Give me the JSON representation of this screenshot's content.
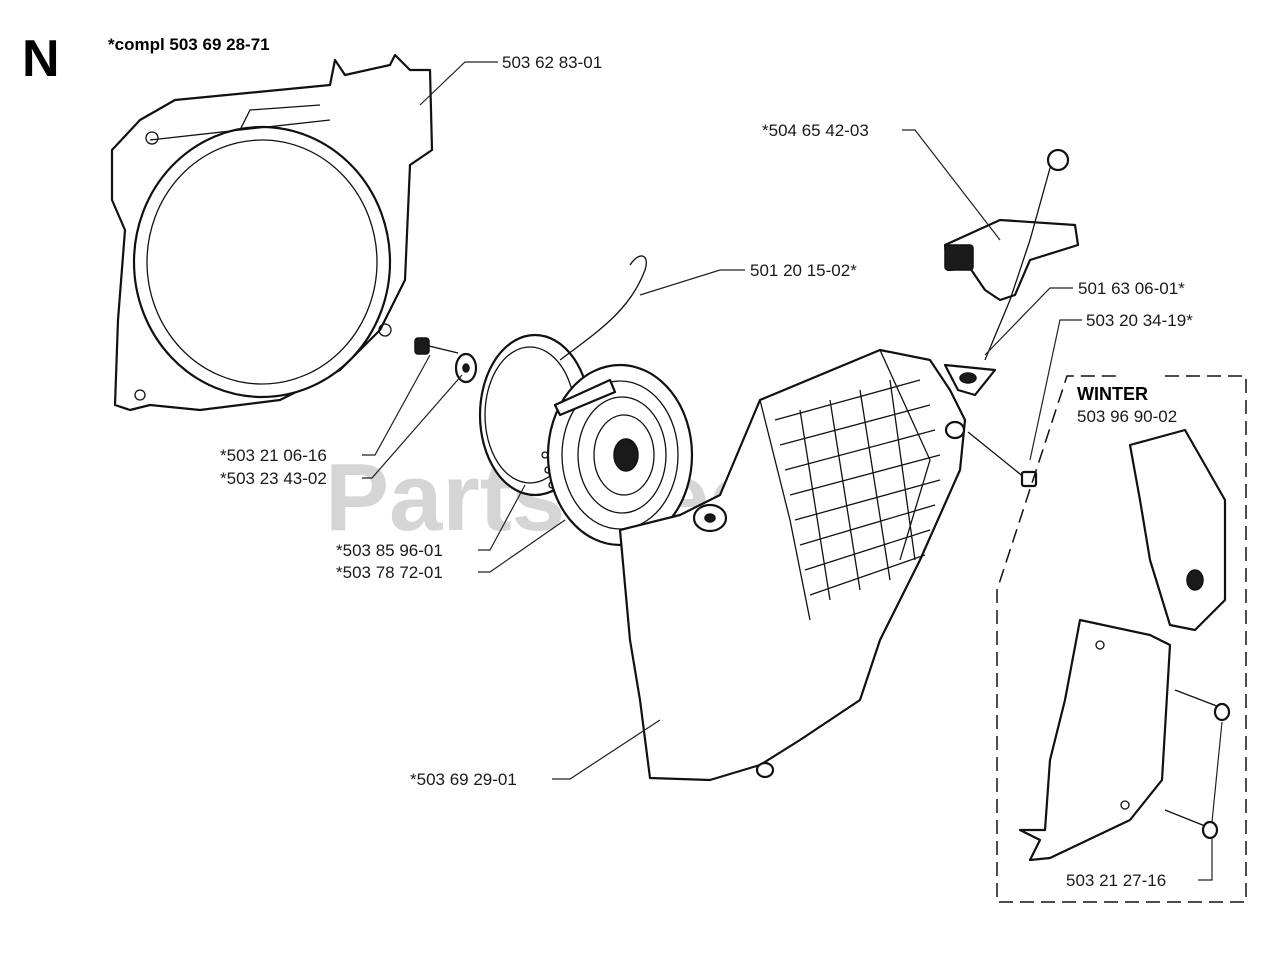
{
  "page": {
    "section_letter": "N",
    "assembly_label": "*compl 503 69 28-71",
    "watermark": "PartsTree"
  },
  "labels": [
    {
      "id": "fan-housing",
      "text": "503 62 83-01"
    },
    {
      "id": "starter-handle",
      "text": "*504 65 42-03"
    },
    {
      "id": "starter-rope",
      "text": "501 20 15-02*"
    },
    {
      "id": "rope-guide",
      "text": "501 63 06-01*"
    },
    {
      "id": "guide-screw",
      "text": "503 20 34-19*"
    },
    {
      "id": "pulley-screw",
      "text": "*503 21 06-16"
    },
    {
      "id": "washer",
      "text": "*503 23 43-02"
    },
    {
      "id": "rope-pulley",
      "text": "*503 85 96-01"
    },
    {
      "id": "recoil-spring",
      "text": "*503 78 72-01"
    },
    {
      "id": "starter-cover",
      "text": "*503 69 29-01"
    },
    {
      "id": "winter-screws",
      "text": "503 21 27-16"
    }
  ],
  "winter_kit": {
    "title": "WINTER",
    "part_number": "503 96 90-02"
  }
}
